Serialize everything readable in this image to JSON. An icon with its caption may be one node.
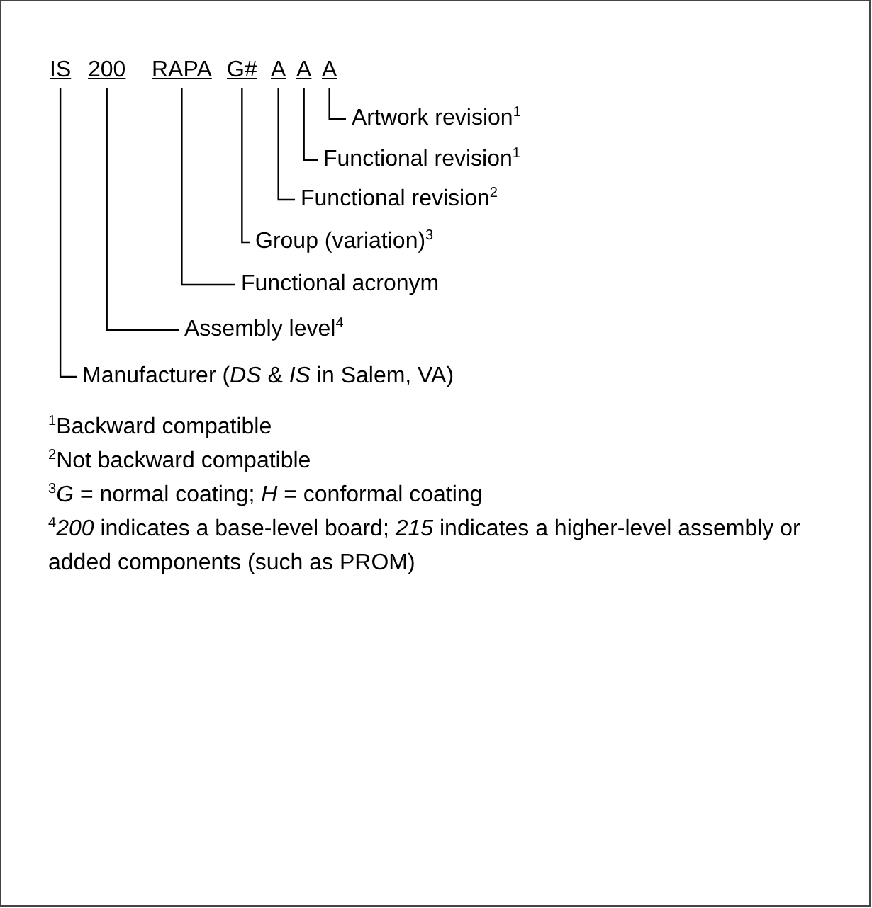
{
  "diagram": {
    "nodes": [
      {
        "text": [
          "IS"
        ]
      },
      {
        "text": [
          "200"
        ]
      },
      {
        "text": [
          "RAPA"
        ]
      },
      {
        "text": [
          "G#"
        ]
      },
      {
        "text": [
          "A"
        ]
      },
      {
        "text": [
          "A"
        ]
      },
      {
        "text": [
          "A"
        ]
      },
      {
        "text": [
          "Artwork revision$^{1}$"
        ]
      },
      {
        "text": [
          "Functional revision$^{1}$"
        ]
      },
      {
        "text": [
          "Functional revision$^{2}$"
        ]
      },
      {
        "text": [
          "Group (variation)$^{3}$"
        ]
      },
      {
        "text": [
          "Functional acronym"
        ]
      },
      {
        "text": [
          "Assembly level$^{4}$"
        ]
      },
      {
        "text": [
          "Manufacturer (*DS* & *IS* in Salem, VA)"
        ]
      }
    ],
    "edges": [
      {
        "from": 7,
        "to": 6,
        "arrow": "none"
      },
      {
        "from": 8,
        "to": 5,
        "arrow": "none"
      },
      {
        "from": 9,
        "to": 4,
        "arrow": "none"
      },
      {
        "from": 10,
        "to": 3,
        "arrow": "none"
      },
      {
        "from": 11,
        "to": 2,
        "arrow": "none"
      },
      {
        "from": 12,
        "to": 1,
        "arrow": "none"
      },
      {
        "from": 13,
        "to": 0,
        "arrow": "none"
      }
    ],
    "labels": [
      "$^{1}$Backward compatible",
      "$^{2}$Not backward compatible",
      "$^{3}$*G* = normal coating; *H* = conformal coating",
      "$^{4}$*200* indicates a base-level board; *215* indicates a higher-level assembly or added components (such as PROM)"
    ]
  }
}
